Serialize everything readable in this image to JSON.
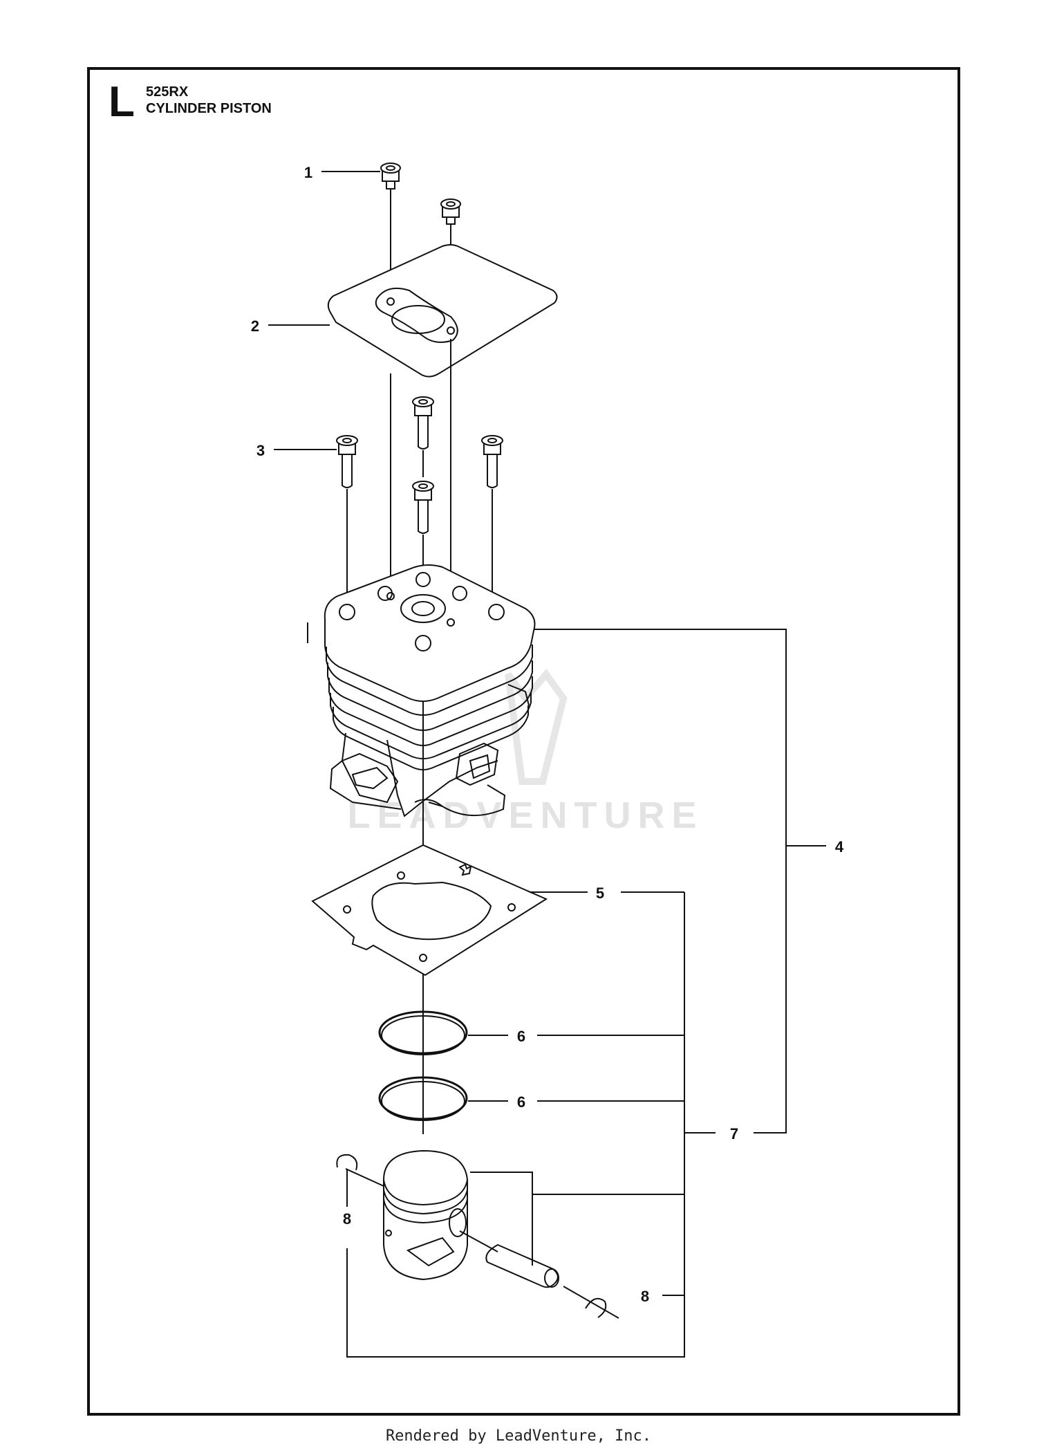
{
  "header": {
    "section": "L",
    "model": "525RX",
    "title": "CYLINDER PISTON"
  },
  "callouts": [
    {
      "id": "callout-1",
      "label": "1"
    },
    {
      "id": "callout-2",
      "label": "2"
    },
    {
      "id": "callout-3",
      "label": "3"
    },
    {
      "id": "callout-4",
      "label": "4"
    },
    {
      "id": "callout-5",
      "label": "5"
    },
    {
      "id": "callout-6a",
      "label": "6"
    },
    {
      "id": "callout-6b",
      "label": "6"
    },
    {
      "id": "callout-7",
      "label": "7"
    },
    {
      "id": "callout-8a",
      "label": "8"
    },
    {
      "id": "callout-8b",
      "label": "8"
    }
  ],
  "watermark": "LEADVENTURE",
  "footer": "Rendered by LeadVenture, Inc."
}
